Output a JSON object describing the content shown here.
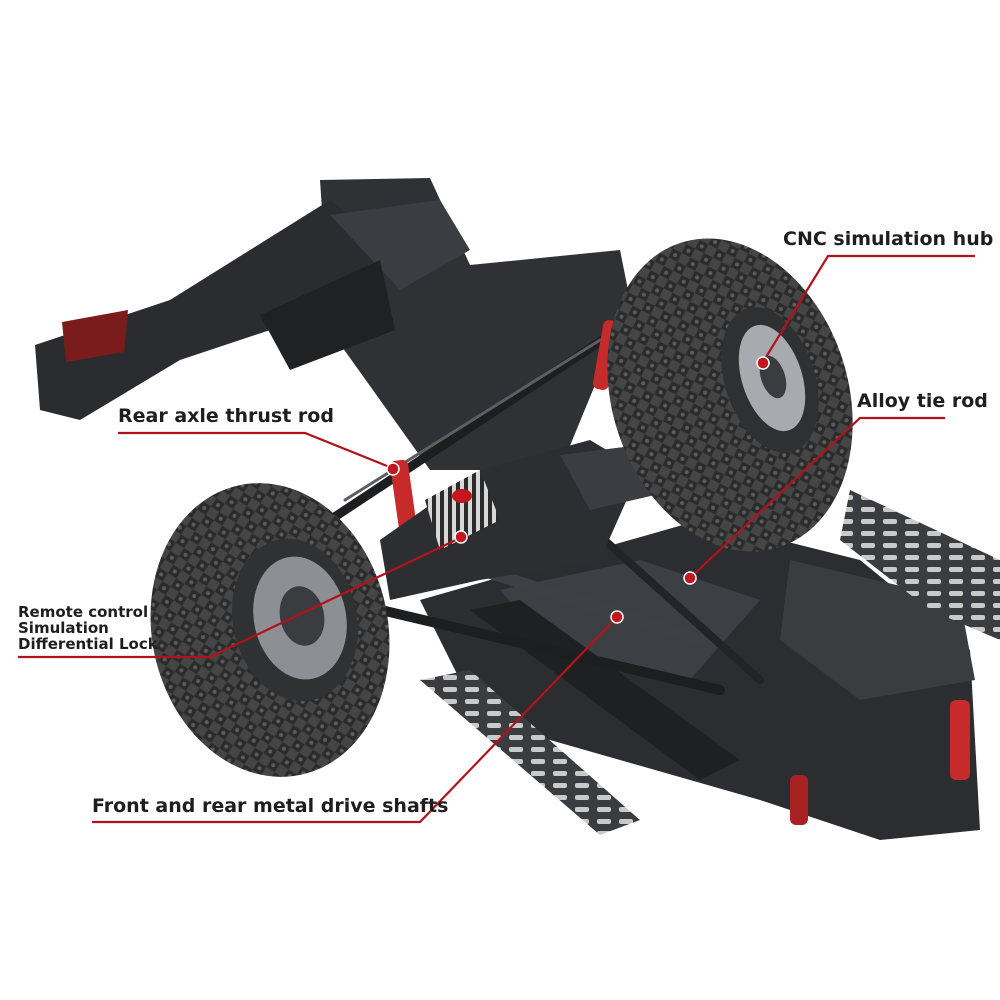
{
  "callouts": {
    "cnc_hub": "CNC simulation hub",
    "alloy_tie_rod": "Alloy tie rod",
    "rear_thrust_rod": "Rear axle thrust rod",
    "diff_lock": [
      "Remote control",
      "Simulation",
      "Differential Lock"
    ],
    "drive_shafts": "Front and rear metal drive shafts"
  },
  "colors": {
    "leader_line": "#b3121b",
    "dot": "#c4161f",
    "shock_spring": "#c62a2a",
    "chassis": "#2a2c2f",
    "tire": "#3b3b3b"
  }
}
